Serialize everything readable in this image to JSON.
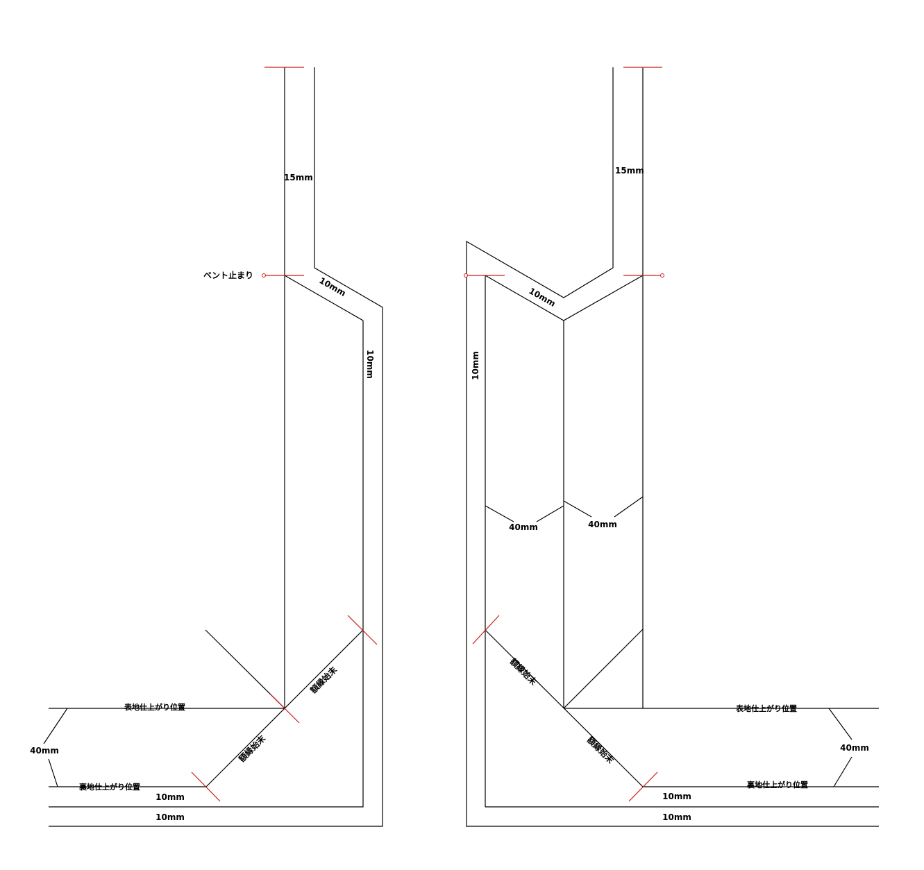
{
  "colors": {
    "line": "#000000",
    "marker": "#cc1a1a",
    "background": "#ffffff"
  },
  "left_pattern": {
    "seam_15": "15mm",
    "vent_stop": "ベント止まり",
    "seam_10_diag": "10mm",
    "seam_10_vert": "10mm",
    "miter_upper": "額縁始末",
    "miter_lower": "額縁始末",
    "outer_finish": "表地仕上がり位置",
    "lining_finish": "裏地仕上がり位置",
    "hem_40": "40mm",
    "hem_10_a": "10mm",
    "hem_10_b": "10mm"
  },
  "right_pattern": {
    "seam_15": "15mm",
    "seam_10_diag": "10mm",
    "seam_10_vert": "10mm",
    "width_40_a": "40mm",
    "width_40_b": "40mm",
    "miter_upper": "額縁始末",
    "miter_lower": "額縁始末",
    "outer_finish": "表地仕上がり位置",
    "lining_finish": "裏地仕上がり位置",
    "hem_40": "40mm",
    "hem_10_a": "10mm",
    "hem_10_b": "10mm"
  }
}
